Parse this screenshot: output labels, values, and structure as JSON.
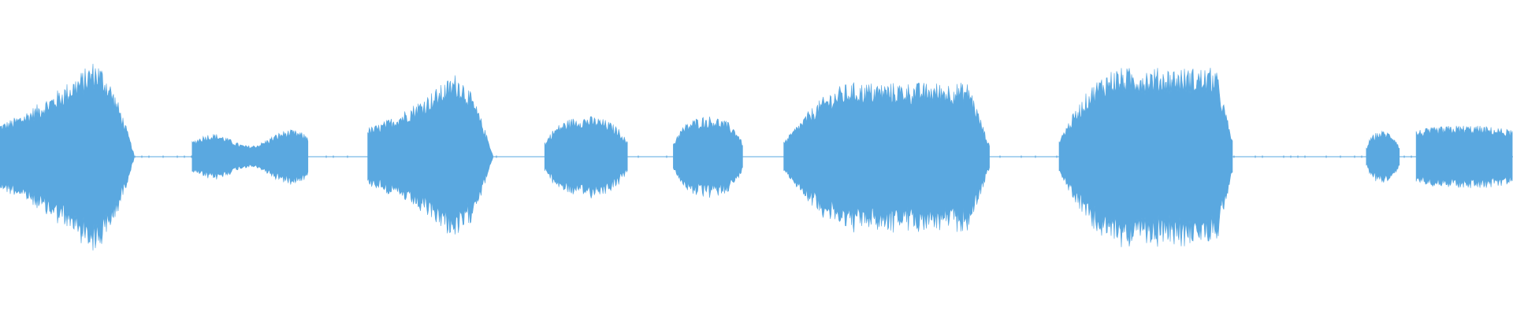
{
  "waveform": {
    "color": "#5aa8e0",
    "background": "#ffffff",
    "segments": [
      {
        "start": 0.0,
        "end": 0.089,
        "peak": 0.52,
        "shape": "swell"
      },
      {
        "start": 0.127,
        "end": 0.204,
        "peak": 0.15,
        "shape": "ripple"
      },
      {
        "start": 0.243,
        "end": 0.326,
        "peak": 0.45,
        "shape": "swell"
      },
      {
        "start": 0.36,
        "end": 0.415,
        "peak": 0.22,
        "shape": "dome"
      },
      {
        "start": 0.445,
        "end": 0.491,
        "peak": 0.22,
        "shape": "dome"
      },
      {
        "start": 0.518,
        "end": 0.654,
        "peak": 0.4,
        "shape": "plateau"
      },
      {
        "start": 0.7,
        "end": 0.815,
        "peak": 0.48,
        "shape": "plateau"
      },
      {
        "start": 0.903,
        "end": 0.925,
        "peak": 0.14,
        "shape": "dome"
      },
      {
        "start": 0.936,
        "end": 1.0,
        "peak": 0.17,
        "shape": "flat"
      }
    ]
  }
}
